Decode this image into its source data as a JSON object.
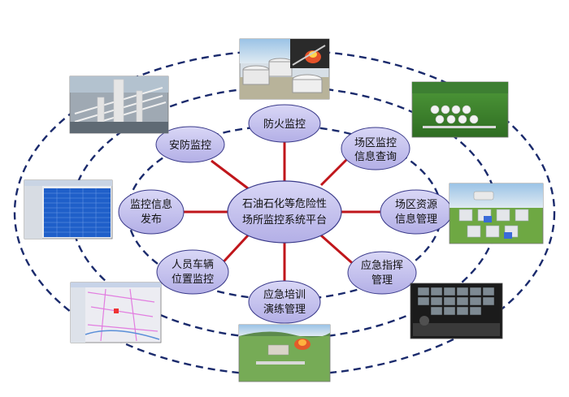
{
  "center": {
    "line1": "石油石化等危险性",
    "line2": "场所监控系统平台"
  },
  "modules": [
    {
      "id": "fire",
      "lines": [
        "防火监控"
      ]
    },
    {
      "id": "site-info",
      "lines": [
        "场区监控",
        "信息查询"
      ]
    },
    {
      "id": "site-resource",
      "lines": [
        "场区资源",
        "信息管理"
      ]
    },
    {
      "id": "emergency-command",
      "lines": [
        "应急指挥",
        "管理"
      ]
    },
    {
      "id": "emergency-training",
      "lines": [
        "应急培训",
        "演练管理"
      ]
    },
    {
      "id": "personnel-vehicle",
      "lines": [
        "人员车辆",
        "位置监控"
      ]
    },
    {
      "id": "monitor-publish",
      "lines": [
        "监控信息",
        "发布"
      ]
    },
    {
      "id": "security",
      "lines": [
        "安防监控"
      ]
    }
  ],
  "colors": {
    "ring": "#1a2a6c",
    "spoke": "#c0161b",
    "bubble_fill": "#c7c4ee",
    "bubble_stroke": "#3a3a8a",
    "text": "#111111"
  },
  "thumbnails": [
    {
      "id": "fire-tanks-photo",
      "icon": "storage-tank-photo"
    },
    {
      "id": "site-overview-3d",
      "icon": "3d-site-map"
    },
    {
      "id": "resource-3d-tanks",
      "icon": "3d-tank-farm"
    },
    {
      "id": "control-room-photo",
      "icon": "video-wall"
    },
    {
      "id": "training-3d-fire",
      "icon": "3d-fire-scene"
    },
    {
      "id": "gis-map-screenshot",
      "icon": "map"
    },
    {
      "id": "data-table-screenshot",
      "icon": "table"
    },
    {
      "id": "refinery-photo",
      "icon": "refinery"
    }
  ]
}
